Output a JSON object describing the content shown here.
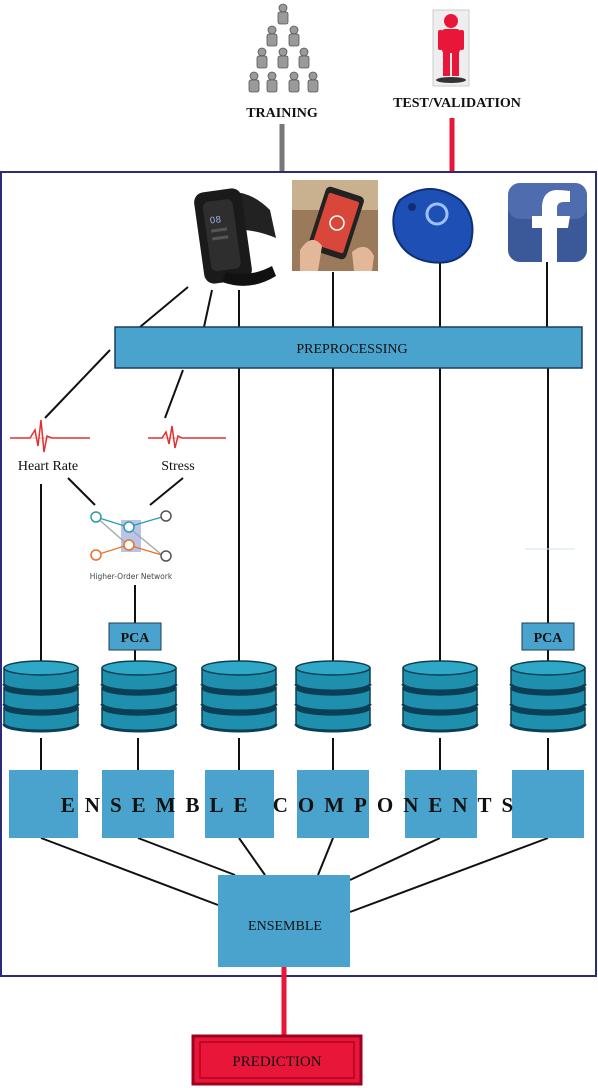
{
  "labels": {
    "training": "TRAINING",
    "test_validation": "TEST/VALIDATION",
    "preprocessing": "PREPROCESSING",
    "heart_rate": "Heart Rate",
    "stress": "Stress",
    "higher_order_network": "Higher-Order Network",
    "pca_left": "PCA",
    "pca_right": "PCA",
    "ensemble_components": "ENSEMBLE COMPONENTS",
    "ensemble": "ENSEMBLE",
    "prediction": "PREDICTION"
  },
  "sources": [
    {
      "icon": "fitness-band-icon"
    },
    {
      "icon": "smartphone-icon"
    },
    {
      "icon": "bluetooth-key-fob-icon"
    },
    {
      "icon": "facebook-icon"
    }
  ],
  "colors": {
    "block_blue": "#4aa3cc",
    "frame_navy": "#2b2b7a",
    "test_red": "#e8173a",
    "training_gray": "#777777",
    "db_teal": "#1f8fae",
    "db_dark": "#0b3f55"
  }
}
